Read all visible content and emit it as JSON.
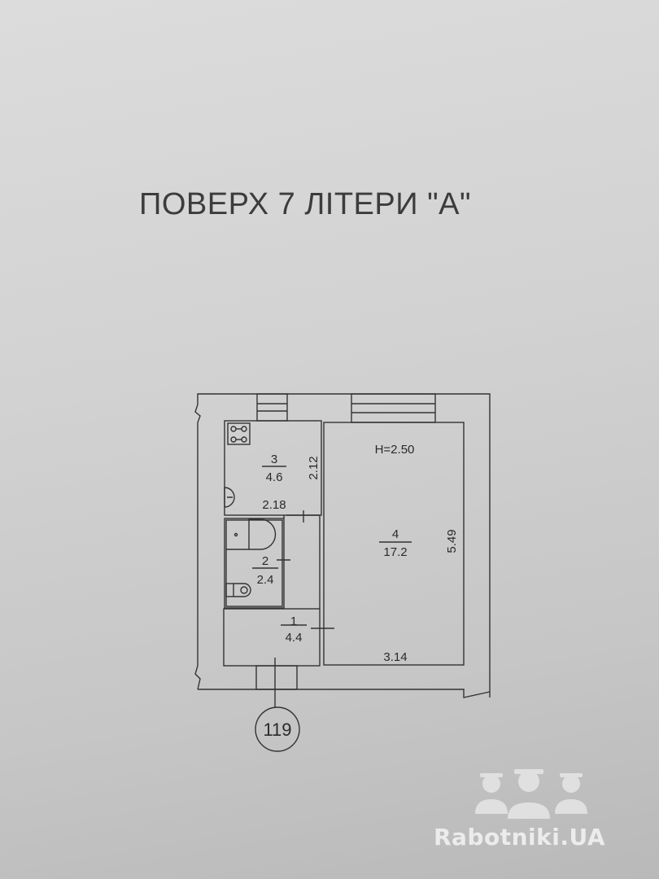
{
  "title": "ПОВЕРХ 7 ЛІТЕРИ \"А\"",
  "ceiling_height": "H=2.50",
  "rooms": [
    {
      "number": "1",
      "area": "4.4"
    },
    {
      "number": "2",
      "area": "2.4"
    },
    {
      "number": "3",
      "area": "4.6"
    },
    {
      "number": "4",
      "area": "17.2"
    }
  ],
  "dimensions": {
    "kitchen_width": "2.18",
    "kitchen_length": "2.12",
    "room_width": "3.14",
    "room_length": "5.49"
  },
  "apartment_number": "119",
  "watermark": {
    "text": "Rabotniki.UA",
    "icon": "workers-helmet-icon"
  }
}
